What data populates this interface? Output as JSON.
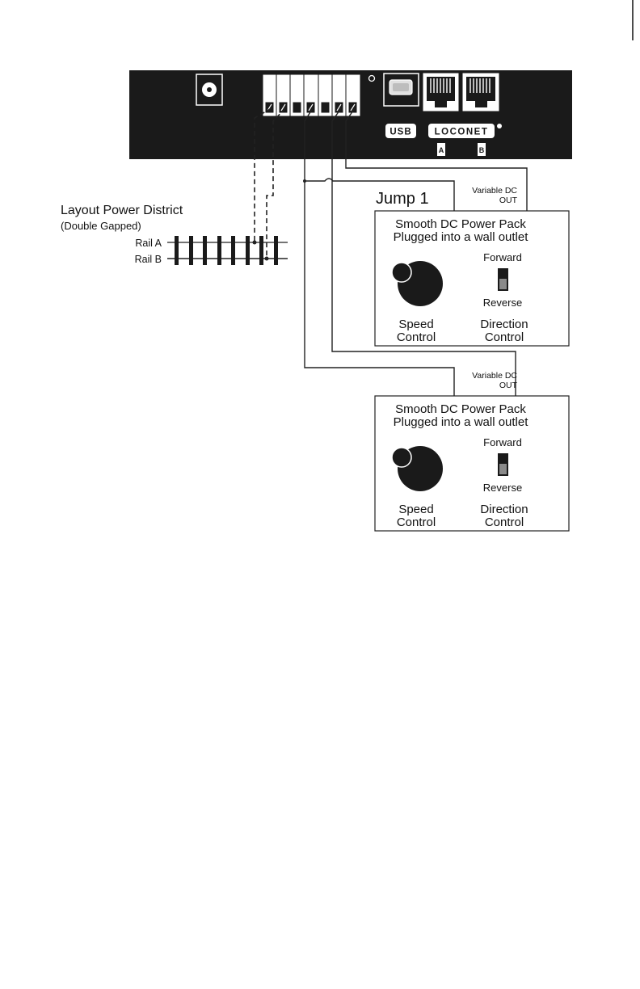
{
  "controller": {
    "usb_label": "USB",
    "loconet_label": "LOCONET",
    "port_a_label": "A",
    "port_b_label": "B"
  },
  "layout": {
    "title": "Layout Power District",
    "subtitle": "(Double Gapped)",
    "rail_a": "Rail A",
    "rail_b": "Rail B"
  },
  "jump_label": "Jump 1",
  "power_pack_1": {
    "output_line1": "Variable DC",
    "output_line2": "OUT",
    "title_line1": "Smooth DC Power Pack",
    "title_line2": "Plugged into a wall outlet",
    "forward": "Forward",
    "reverse": "Reverse",
    "speed_line1": "Speed",
    "speed_line2": "Control",
    "direction_line1": "Direction",
    "direction_line2": "Control"
  },
  "power_pack_2": {
    "output_line1": "Variable DC",
    "output_line2": "OUT",
    "title_line1": "Smooth DC Power Pack",
    "title_line2": "Plugged into a wall outlet",
    "forward": "Forward",
    "reverse": "Reverse",
    "speed_line1": "Speed",
    "speed_line2": "Control",
    "direction_line1": "Direction",
    "direction_line2": "Control"
  },
  "colors": {
    "panel": "#1a1a1a",
    "ink": "#222222",
    "switch_fill": "#8a8a8a"
  }
}
